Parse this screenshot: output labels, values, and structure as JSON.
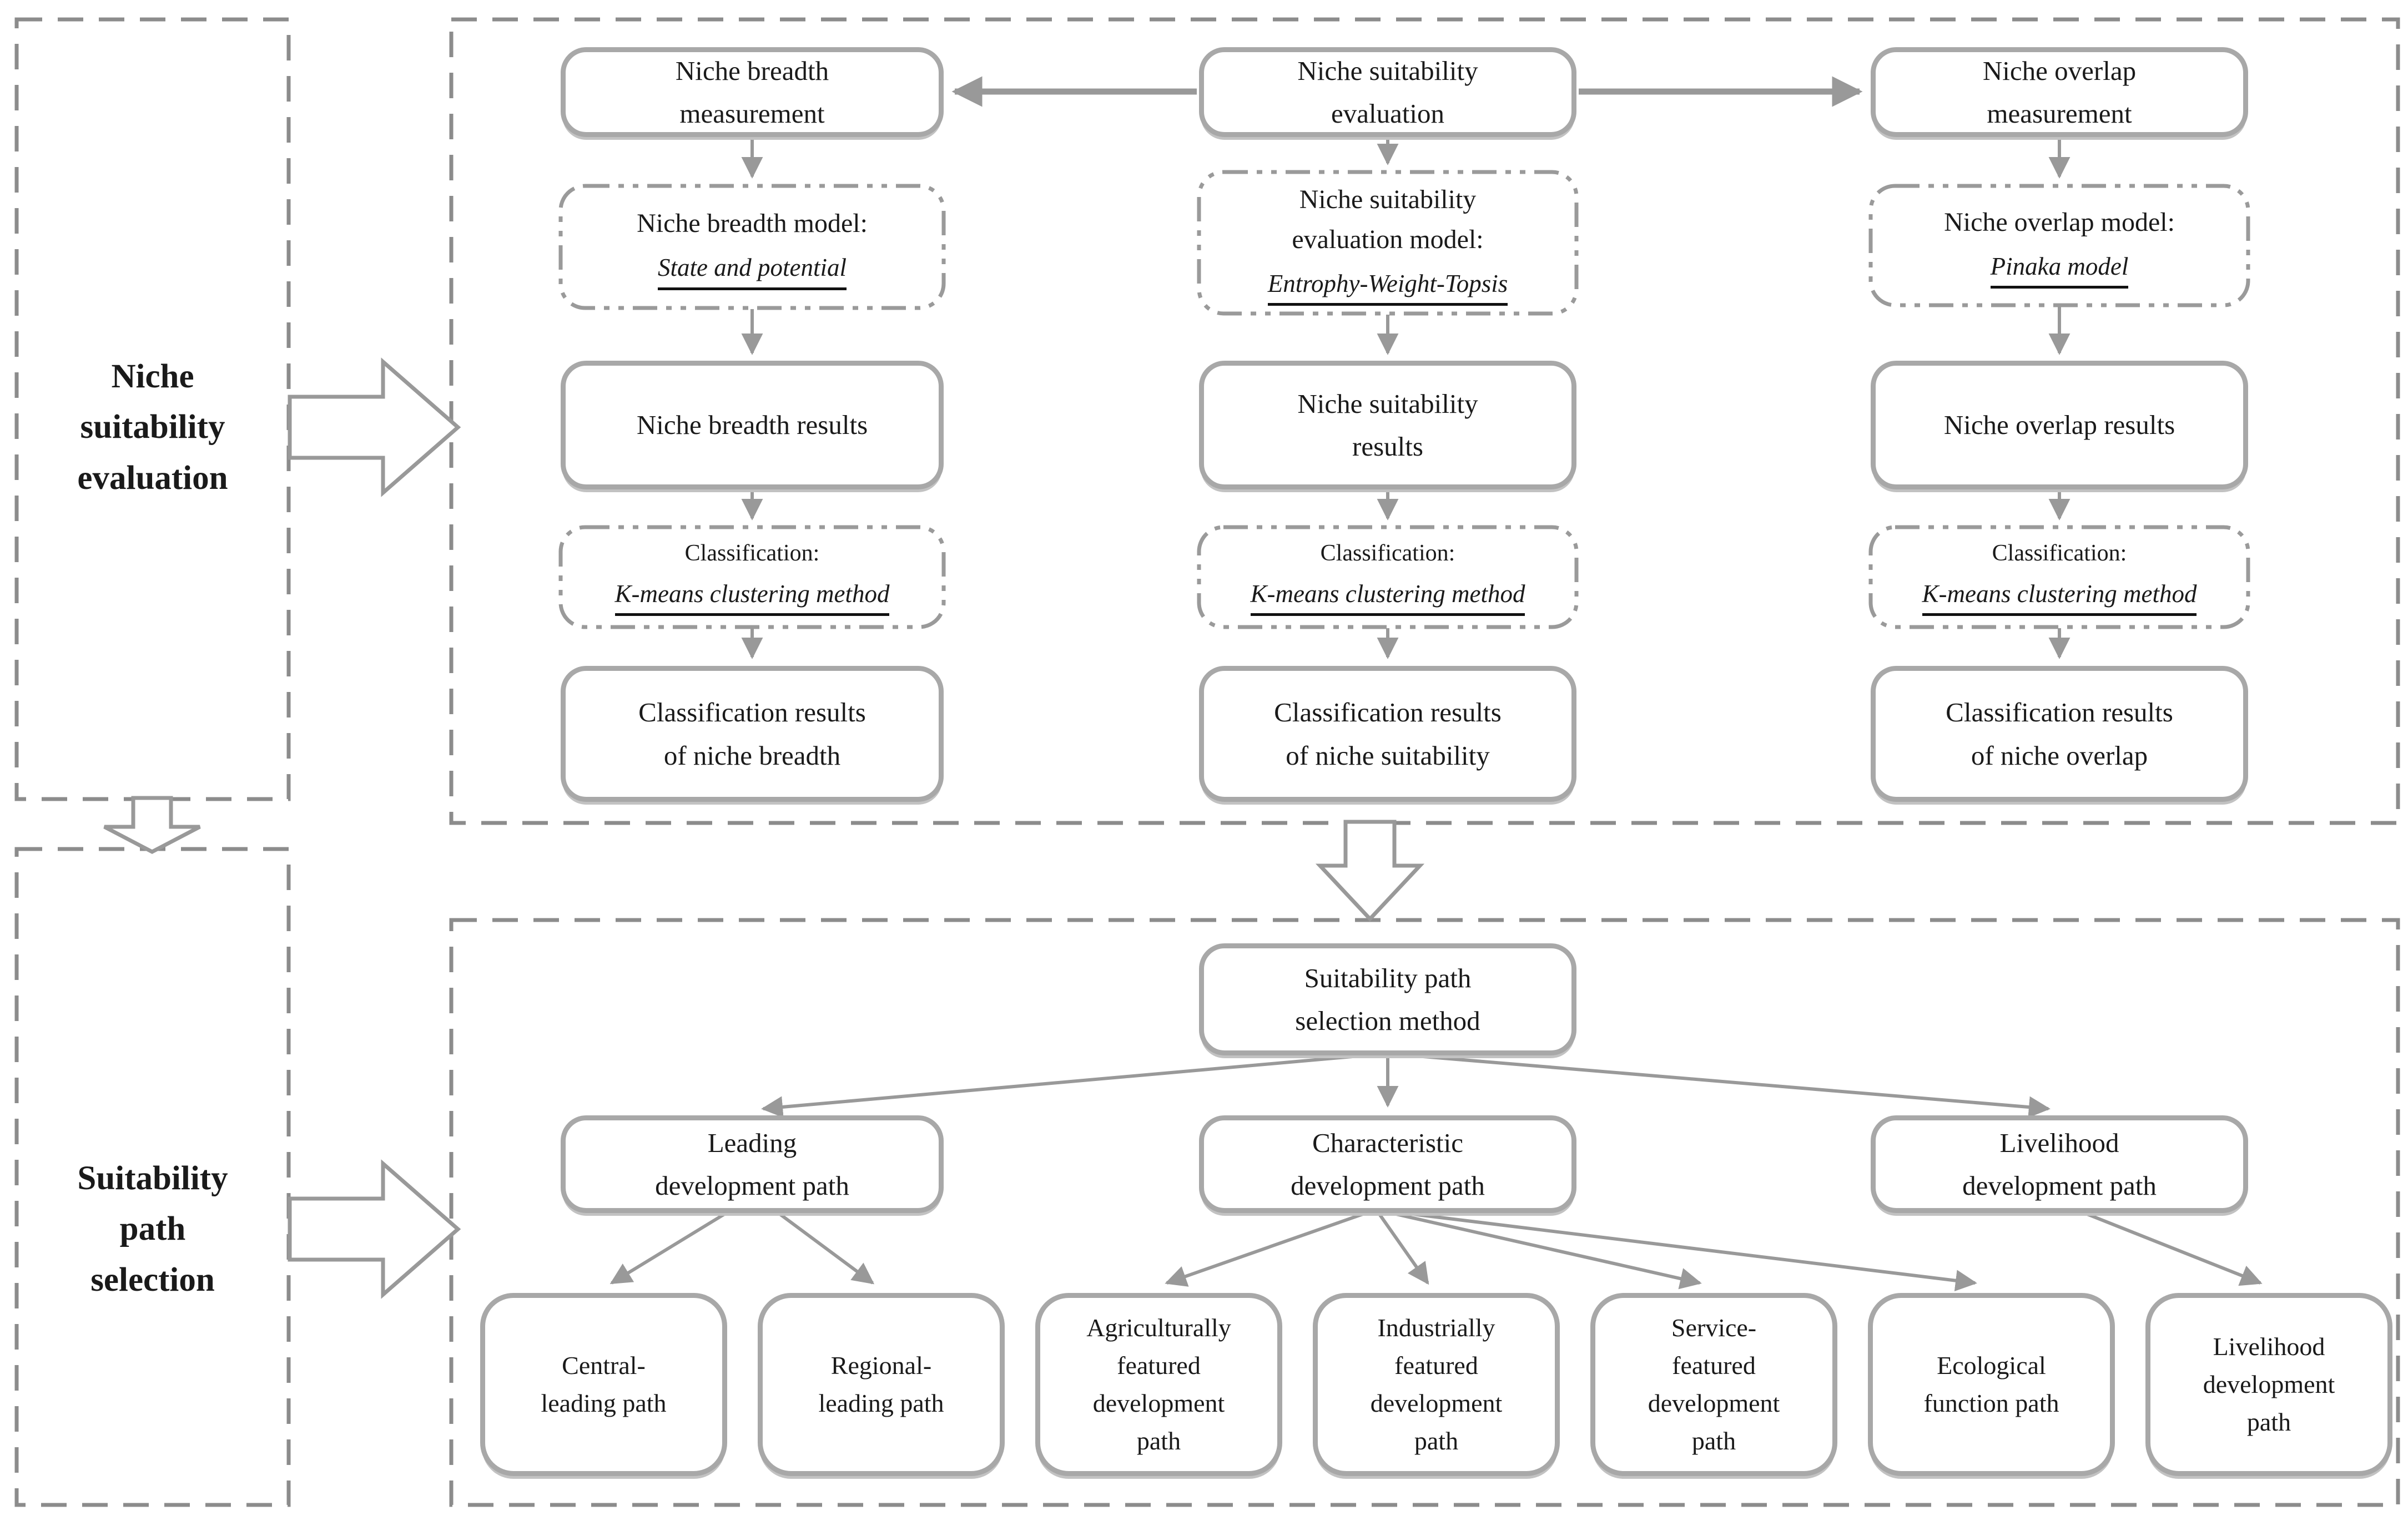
{
  "figure": {
    "type": "flowchart",
    "colors": {
      "box_border": "#a8a8a8",
      "container_dash": "#8c8c8c",
      "arrow": "#999999",
      "text": "#1a1a1a",
      "background": "#ffffff"
    }
  },
  "evaluation_section": {
    "label": "Niche\nsuitability\nevaluation",
    "columns": [
      {
        "header": "Niche breadth\nmeasurement",
        "model_title": "Niche breadth model:",
        "model_method": "State and potential",
        "results": "Niche breadth results",
        "classification_title": "Classification:",
        "classification_method": "K-means clustering method",
        "classification_results": "Classification results\nof niche breadth"
      },
      {
        "header": "Niche suitability\nevaluation",
        "model_title": "Niche suitability\nevaluation model:",
        "model_method": "Entrophy-Weight-Topsis",
        "results": "Niche suitability\nresults",
        "classification_title": "Classification:",
        "classification_method": "K-means clustering method",
        "classification_results": "Classification results\nof niche suitability"
      },
      {
        "header": "Niche overlap\nmeasurement",
        "model_title": "Niche overlap model:",
        "model_method": "Pinaka model",
        "results": "Niche overlap results",
        "classification_title": "Classification:",
        "classification_method": "K-means clustering method",
        "classification_results": "Classification results\nof niche overlap"
      }
    ]
  },
  "selection_section": {
    "label": "Suitability\npath\nselection",
    "method_box": "Suitability path\nselection method",
    "paths": [
      {
        "label": "Leading\ndevelopment path"
      },
      {
        "label": "Characteristic\ndevelopment path"
      },
      {
        "label": "Livelihood\ndevelopment path"
      }
    ],
    "outcomes": [
      "Central-\nleading path",
      "Regional-\nleading path",
      "Agriculturally\nfeatured\ndevelopment\npath",
      "Industrially\nfeatured\ndevelopment\npath",
      "Service-\nfeatured\ndevelopment\npath",
      "Ecological\nfunction path",
      "Livelihood\ndevelopment\npath"
    ]
  }
}
